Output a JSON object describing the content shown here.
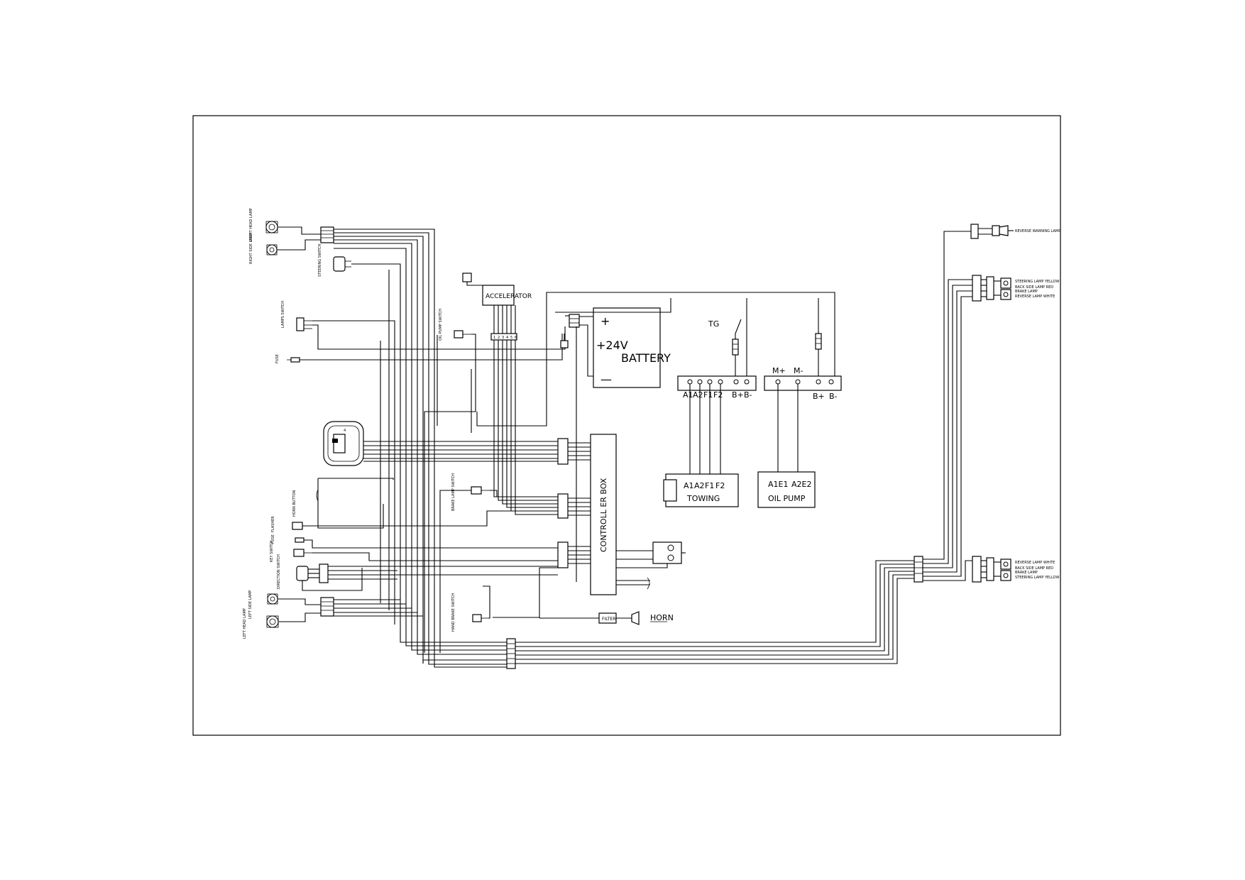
{
  "labels": {
    "right_head_lamp": "RIGHT HEAD LAMP",
    "right_side_lamp": "RIGHT SIDE LAMP",
    "steering_switch": "STEERING SWITCH",
    "lamps_switch": "LAMPS SWITCH",
    "fuse_top": "FUSE",
    "accelerator": "ACCELERATOR",
    "oil_pump_switch": "OIL PUMP SWITCH",
    "battery_plus": "+",
    "battery_voltage": "+24V",
    "battery": "BATTERY",
    "battery_minus": "—",
    "tg": "TG",
    "towing_terminals": [
      "A1",
      "A2",
      "F1",
      "F2",
      "B+",
      "B-"
    ],
    "pump_terminals": [
      "M+",
      "M-",
      "B+",
      "B-"
    ],
    "controller_box": "CONTROLL ER BOX",
    "horn_button": "HORN BUTTON",
    "brake_lamp_switch": "BRAKE LAMP SWITCH",
    "flasher": "FLASHER",
    "fuse_low": "FUSE",
    "key_switch": "KEY SWITCH",
    "direction_switch": "DIRECTION SWITCH",
    "left_head_lamp": "LEFT HEAD LAMP",
    "left_side_lamp": "LEFT SIDE LAMP",
    "hand_brake_switch": "HAND BRAKE SWITCH",
    "filter": "FILTER",
    "horn": "HORN",
    "towing_motor_terminals": [
      "A1",
      "A2",
      "F1",
      "F2"
    ],
    "towing": "TOWING",
    "pump_motor_terminals": [
      "A1E1",
      "A2E2"
    ],
    "oil_pump": "OIL PUMP",
    "reverse_warning_lamp": "REVERSE WARNING LAMP",
    "rear_right": [
      "STEERING LAMP YELLOW",
      "BACK SIDE LAMP RED",
      "BRAKE LAMP",
      "REVERSE LAMP WHITE"
    ],
    "rear_left": [
      "REVERSE LAMP WHITE",
      "BACK SIDE LAMP RED",
      "BRAKE LAMP",
      "STEERING LAMP YELLOW"
    ],
    "accelerator_pins": [
      "1",
      "2",
      "3",
      "4",
      "5",
      "6"
    ],
    "display_symbol": "4"
  }
}
